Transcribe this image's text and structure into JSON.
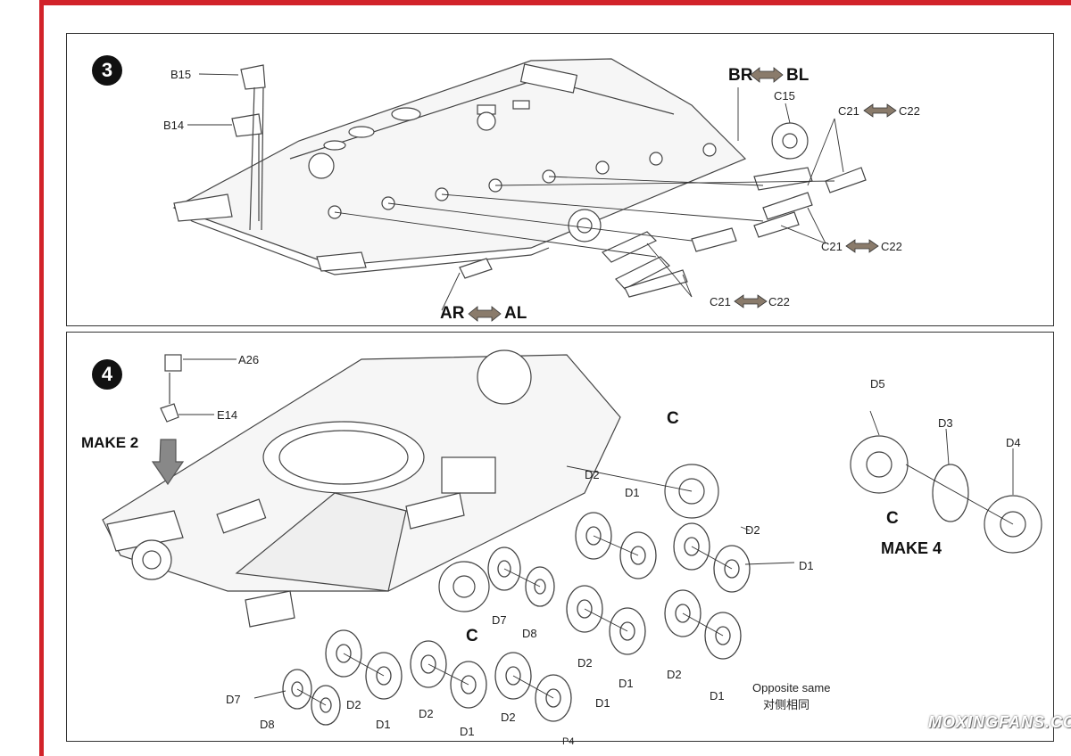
{
  "page_number": "P4",
  "watermark": "MOXINGFANS.COM",
  "step3": {
    "number": "3",
    "labels": {
      "b15": "B15",
      "b14": "B14",
      "c15": "C15",
      "br": "BR",
      "bl": "BL",
      "ar": "AR",
      "al": "AL",
      "c21_a": "C21",
      "c22_a": "C22",
      "c21_b": "C21",
      "c22_b": "C22",
      "c21_c": "C21",
      "c22_c": "C22"
    }
  },
  "step4": {
    "number": "4",
    "make2": "MAKE 2",
    "make4": "MAKE 4",
    "labels": {
      "a26": "A26",
      "e14": "E14",
      "c_top": "C",
      "c_mid": "C",
      "c_detail": "C",
      "d5": "D5",
      "d3": "D3",
      "d4": "D4",
      "d2_1": "D2",
      "d1_1": "D1",
      "d2_2": "D2",
      "d1_2": "D1",
      "d7_1": "D7",
      "d8_1": "D8",
      "d2_3": "D2",
      "d1_3": "D1",
      "d2_4": "D2",
      "d1_4": "D1",
      "d7_2": "D7",
      "d8_2": "D8",
      "d2_5": "D2",
      "d1_5": "D1",
      "d2_6": "D2",
      "d1_6": "D1",
      "d2_7": "D2",
      "d1_7": "D1"
    },
    "note_en": "Opposite same",
    "note_cn": "对侧相同"
  }
}
